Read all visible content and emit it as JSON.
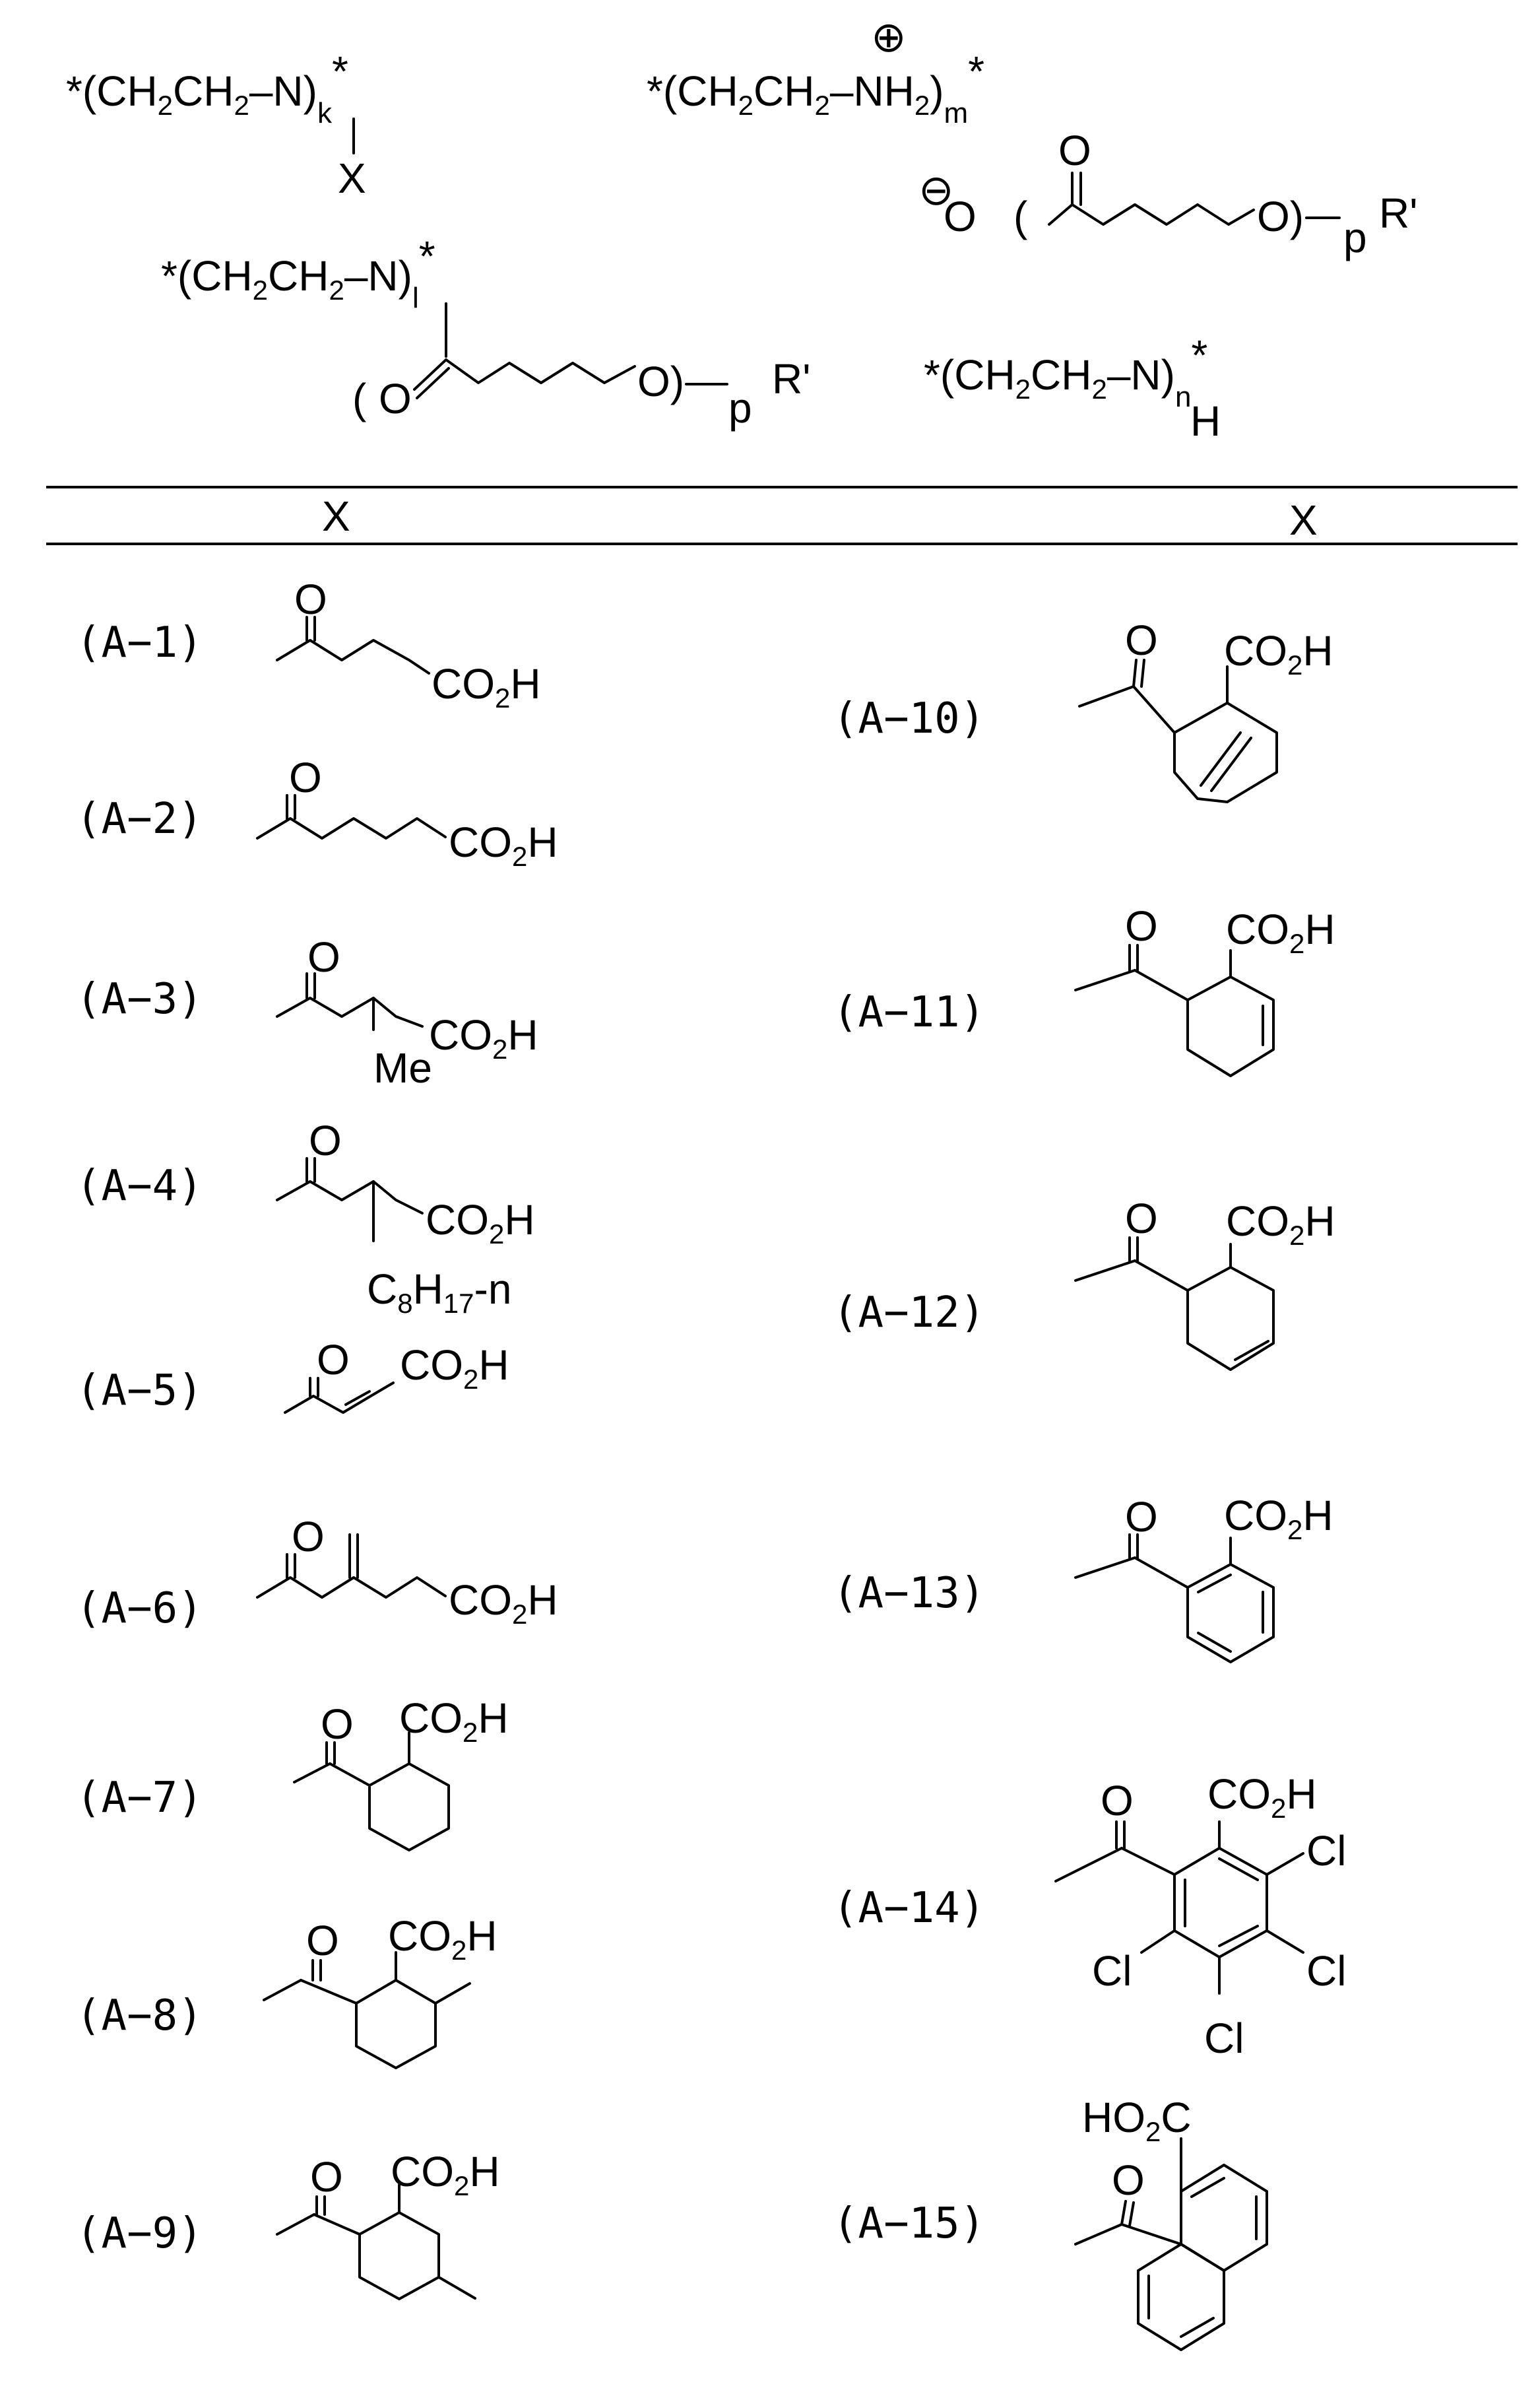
{
  "header": {
    "formula_k": {
      "main": "*(CH",
      "sub1": "2",
      "mid": "CH",
      "sub2": "2",
      "tail": "–N)",
      "index": "k",
      "star": "*",
      "substituent": "X"
    },
    "formula_m": {
      "main": "*(CH",
      "sub1": "2",
      "mid": "CH",
      "sub2": "2",
      "tail": "–NH",
      "sub3": "2",
      "close": ")",
      "index": "m",
      "star": "*",
      "charge": "⊕"
    },
    "formula_carboxylate": {
      "anion": "⊖",
      "o_left": "O",
      "o_carbonyl": "O",
      "o_right": "O)",
      "index": "p",
      "r": "R'"
    },
    "formula_l": {
      "main": "*(CH",
      "sub1": "2",
      "mid": "CH",
      "sub2": "2",
      "tail": "–N)",
      "index": "l",
      "star": "*",
      "o_carbonyl": "O",
      "o_right": "O)",
      "index_p": "p",
      "r": "R'"
    },
    "formula_n": {
      "main": "*(CH",
      "sub1": "2",
      "mid": "CH",
      "sub2": "2",
      "tail": "–N)",
      "index": "n",
      "star": "*",
      "h": "H"
    }
  },
  "table": {
    "col_left": "X",
    "col_right": "X"
  },
  "entries": [
    {
      "id": "A-1",
      "label": "(A−1)",
      "groups": [
        {
          "t": "O"
        },
        {
          "t": "CO",
          "s": "2",
          "e": "H"
        }
      ]
    },
    {
      "id": "A-2",
      "label": "(A−2)",
      "groups": [
        {
          "t": "O"
        },
        {
          "t": "CO",
          "s": "2",
          "e": "H"
        }
      ]
    },
    {
      "id": "A-3",
      "label": "(A−3)",
      "groups": [
        {
          "t": "O"
        },
        {
          "t": "CO",
          "s": "2",
          "e": "H"
        },
        {
          "t": "Me"
        }
      ]
    },
    {
      "id": "A-4",
      "label": "(A−4)",
      "groups": [
        {
          "t": "O"
        },
        {
          "t": "CO",
          "s": "2",
          "e": "H"
        },
        {
          "t": "C",
          "s": "8",
          "e": "H",
          "s2": "17",
          "e2": "-n"
        }
      ]
    },
    {
      "id": "A-5",
      "label": "(A−5)",
      "groups": [
        {
          "t": "O"
        },
        {
          "t": "CO",
          "s": "2",
          "e": "H"
        }
      ]
    },
    {
      "id": "A-6",
      "label": "(A−6)",
      "groups": [
        {
          "t": "O"
        },
        {
          "t": "CO",
          "s": "2",
          "e": "H"
        }
      ]
    },
    {
      "id": "A-7",
      "label": "(A−7)",
      "groups": [
        {
          "t": "O"
        },
        {
          "t": "CO",
          "s": "2",
          "e": "H"
        }
      ]
    },
    {
      "id": "A-8",
      "label": "(A−8)",
      "groups": [
        {
          "t": "O"
        },
        {
          "t": "CO",
          "s": "2",
          "e": "H"
        }
      ]
    },
    {
      "id": "A-9",
      "label": "(A−9)",
      "groups": [
        {
          "t": "O"
        },
        {
          "t": "CO",
          "s": "2",
          "e": "H"
        }
      ]
    },
    {
      "id": "A-10",
      "label": "(A−10)",
      "groups": [
        {
          "t": "O"
        },
        {
          "t": "CO",
          "s": "2",
          "e": "H"
        }
      ]
    },
    {
      "id": "A-11",
      "label": "(A−11)",
      "groups": [
        {
          "t": "O"
        },
        {
          "t": "CO",
          "s": "2",
          "e": "H"
        }
      ]
    },
    {
      "id": "A-12",
      "label": "(A−12)",
      "groups": [
        {
          "t": "O"
        },
        {
          "t": "CO",
          "s": "2",
          "e": "H"
        }
      ]
    },
    {
      "id": "A-13",
      "label": "(A−13)",
      "groups": [
        {
          "t": "O"
        },
        {
          "t": "CO",
          "s": "2",
          "e": "H"
        }
      ]
    },
    {
      "id": "A-14",
      "label": "(A−14)",
      "groups": [
        {
          "t": "O"
        },
        {
          "t": "CO",
          "s": "2",
          "e": "H"
        },
        {
          "t": "Cl"
        },
        {
          "t": "Cl"
        },
        {
          "t": "Cl"
        },
        {
          "t": "Cl"
        }
      ]
    },
    {
      "id": "A-15",
      "label": "(A−15)",
      "groups": [
        {
          "t": "HO",
          "s": "2",
          "e": "C"
        },
        {
          "t": "O"
        }
      ]
    }
  ]
}
